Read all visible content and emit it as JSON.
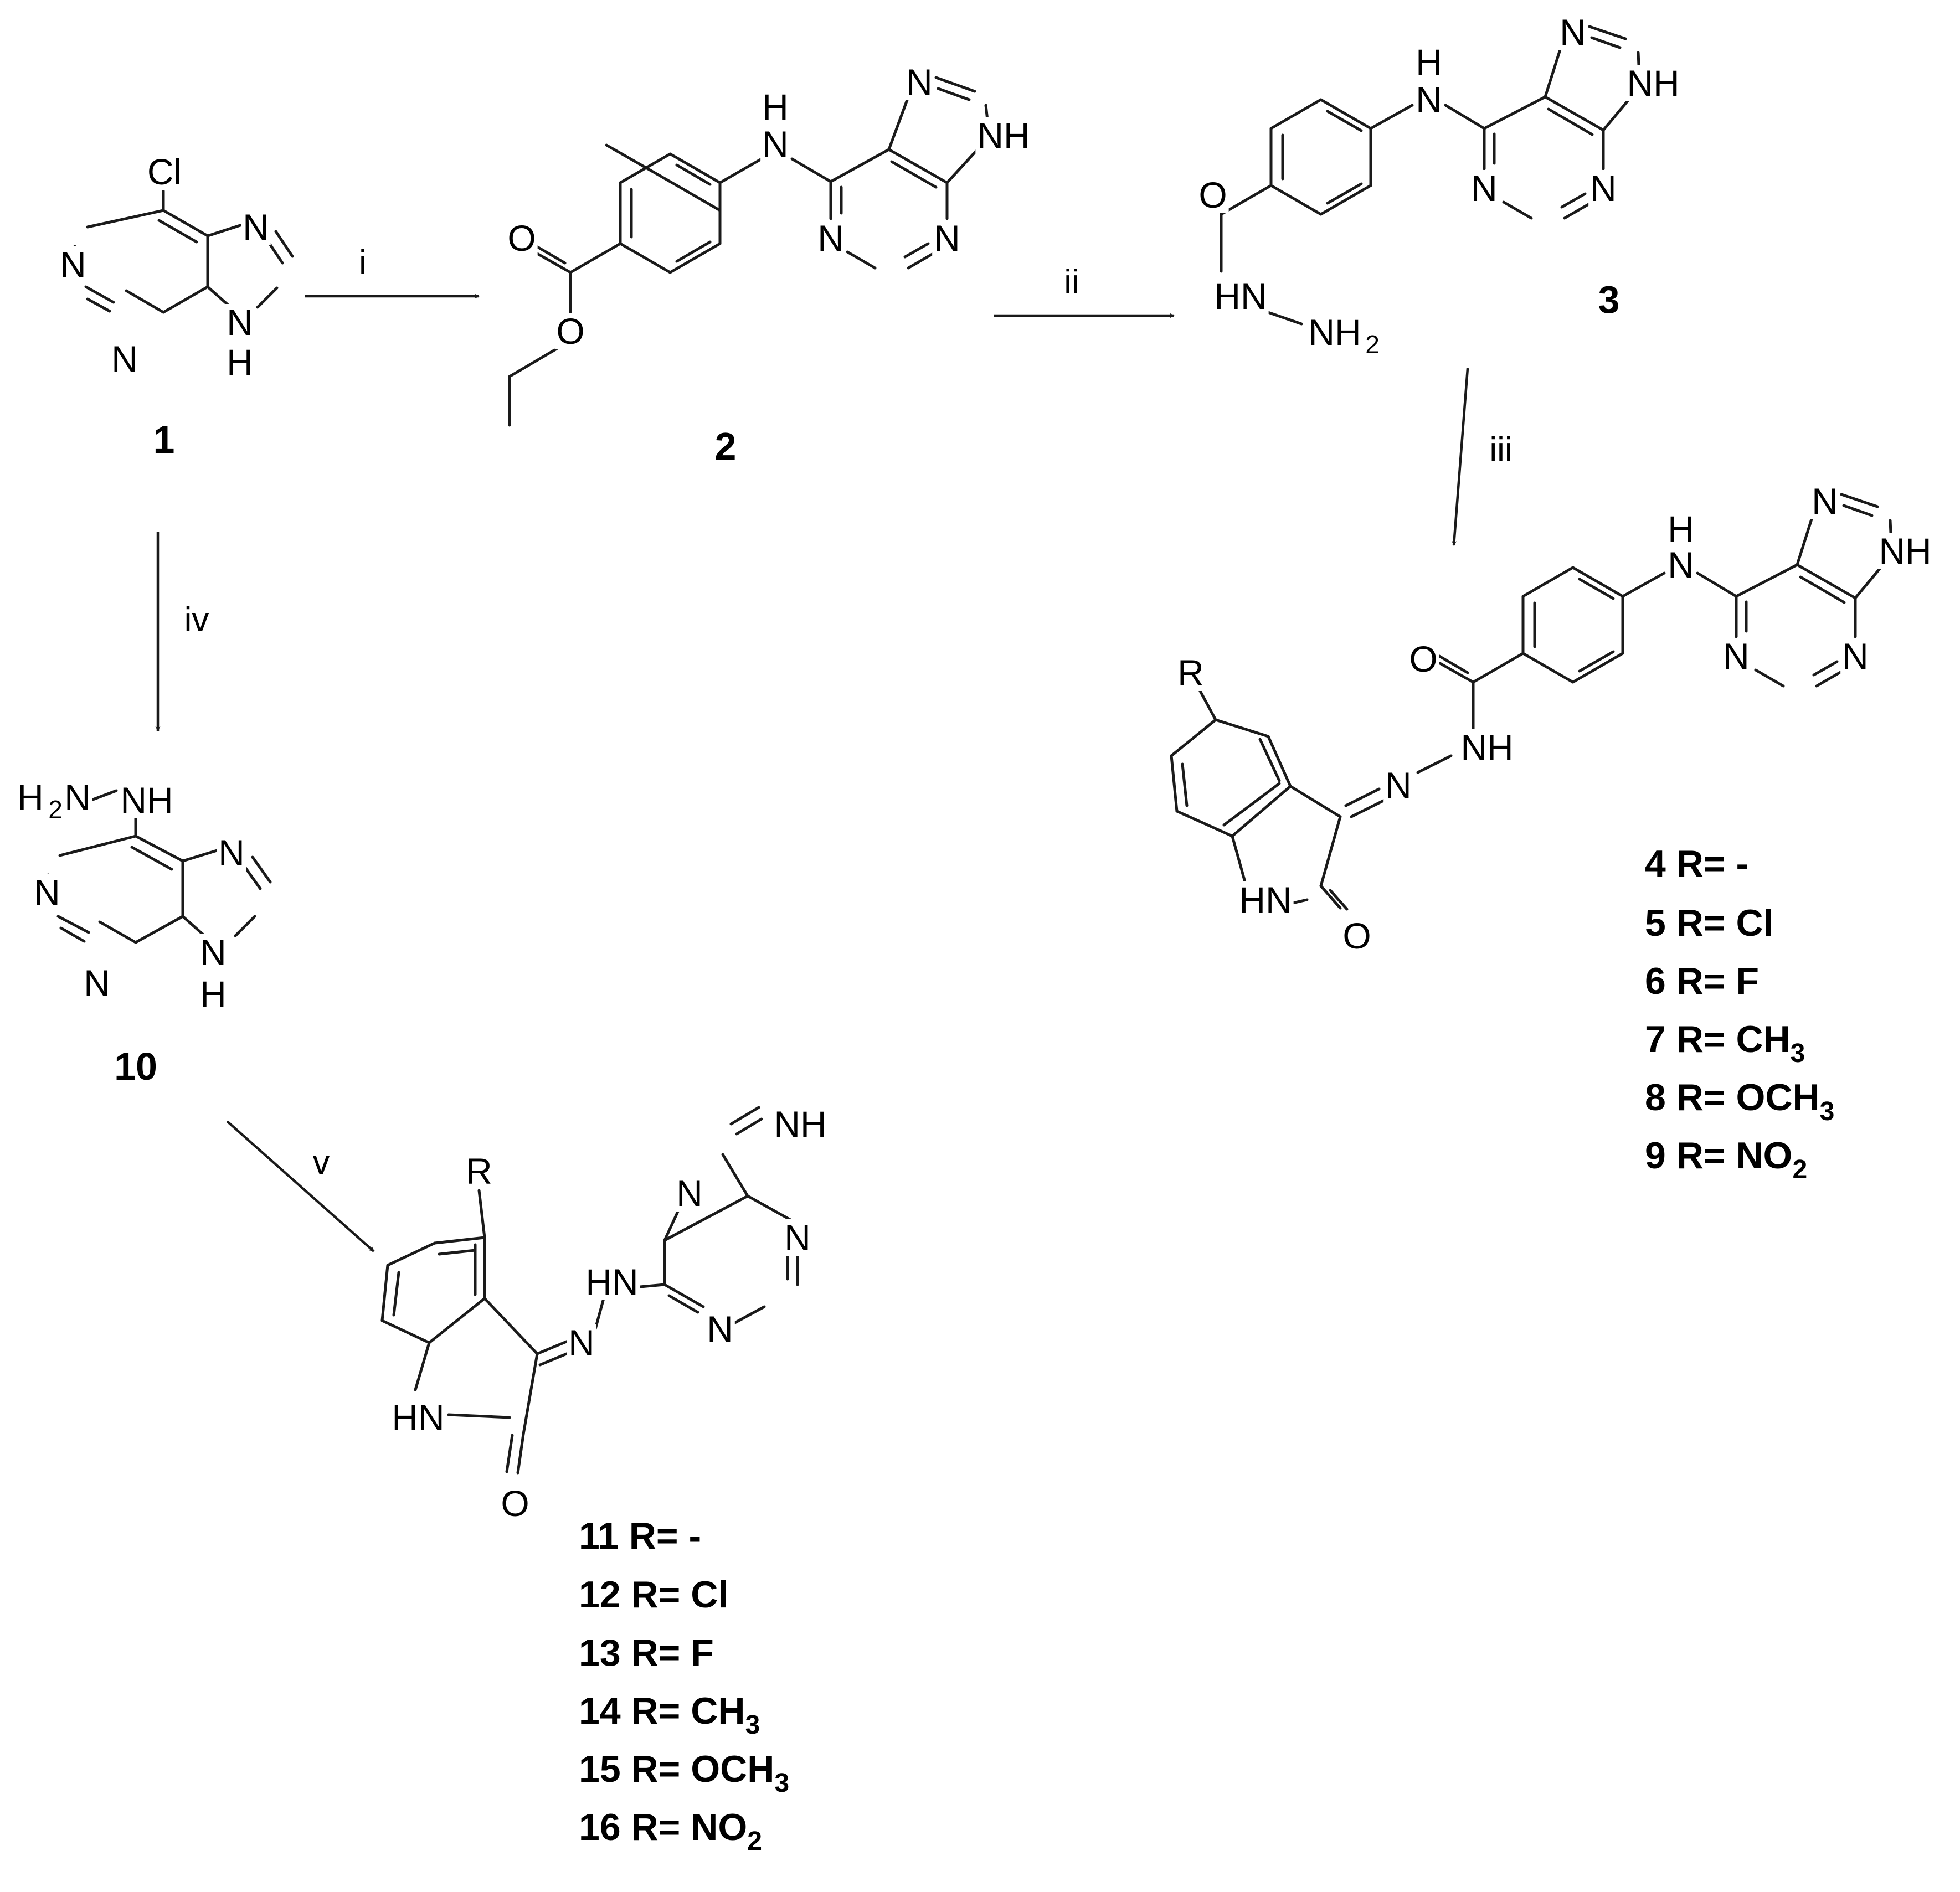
{
  "reagents": {
    "i": "i",
    "ii": "ii",
    "iii": "iii",
    "iv": "iv",
    "v": "v"
  },
  "compounds": {
    "c1": "1",
    "c2": "2",
    "c3": "3",
    "c10": "10"
  },
  "atoms": {
    "cl": "Cl",
    "n": "N",
    "nh": "NH",
    "h": "H",
    "hn": "HN",
    "o": "O",
    "r": "R",
    "hn_hydrazide": "HN",
    "nh2": "NH",
    "h2": "H",
    "sub2": "2"
  },
  "series_4_9": [
    {
      "num": "4",
      "label": "R= -",
      "sub": ""
    },
    {
      "num": "5",
      "label": "R= Cl",
      "sub": ""
    },
    {
      "num": "6",
      "label": "R= F",
      "sub": ""
    },
    {
      "num": "7",
      "label": "R= CH",
      "sub": "3"
    },
    {
      "num": "8",
      "label": "R= OCH",
      "sub": "3"
    },
    {
      "num": "9",
      "label": "R= NO",
      "sub": "2"
    }
  ],
  "series_11_16": [
    {
      "num": "11",
      "label": "R= -",
      "sub": ""
    },
    {
      "num": "12",
      "label": "R= Cl",
      "sub": ""
    },
    {
      "num": "13",
      "label": "R= F",
      "sub": ""
    },
    {
      "num": "14",
      "label": "R= CH",
      "sub": "3"
    },
    {
      "num": "15",
      "label": "R= OCH",
      "sub": "3"
    },
    {
      "num": "16",
      "label": "R= NO",
      "sub": "2"
    }
  ]
}
